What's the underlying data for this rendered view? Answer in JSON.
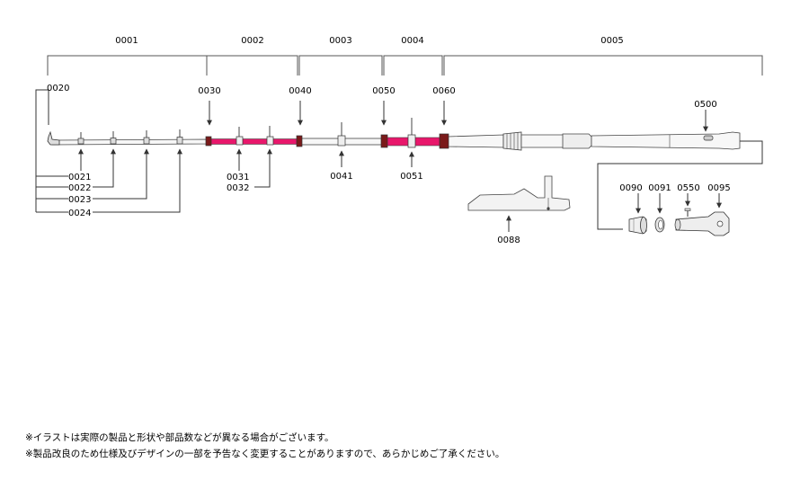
{
  "sections": [
    {
      "id": "s1",
      "label": "0001"
    },
    {
      "id": "s2",
      "label": "0002"
    },
    {
      "id": "s3",
      "label": "0003"
    },
    {
      "id": "s4",
      "label": "0004"
    },
    {
      "id": "s5",
      "label": "0005"
    }
  ],
  "parts": {
    "p0020": "0020",
    "p0021": "0021",
    "p0022": "0022",
    "p0023": "0023",
    "p0024": "0024",
    "p0030": "0030",
    "p0031": "0031",
    "p0032": "0032",
    "p0040": "0040",
    "p0041": "0041",
    "p0050": "0050",
    "p0051": "0051",
    "p0060": "0060",
    "p0500": "0500",
    "p0088": "0088",
    "p0090": "0090",
    "p0091": "0091",
    "p0550": "0550",
    "p0095": "0095"
  },
  "colors": {
    "line": "#333333",
    "accent_pink": "#e8176b",
    "dark_red": "#7a1a1a",
    "rod_fill": "#f4f4f4",
    "grey_part": "#e6e6e6"
  },
  "notes": [
    "※イラストは実際の製品と形状や部品数などが異なる場合がございます。",
    "※製品改良のため仕様及びデザインの一部を予告なく変更することがありますので、あらかじめご了承ください。"
  ]
}
